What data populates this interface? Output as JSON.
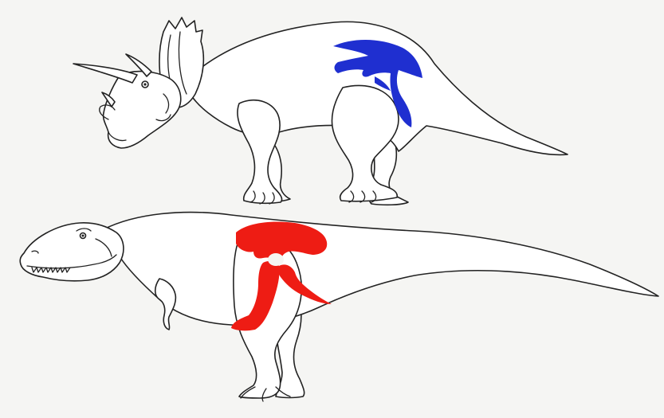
{
  "diagram": {
    "background_color": "#f5f5f3",
    "line_color": "#222222",
    "body_fill": "#ffffff",
    "figures": [
      {
        "id": "triceratops",
        "icon": "triceratops-outline",
        "pelvis": {
          "icon": "ornithischian-pelvis",
          "color": "#1f2fd0"
        }
      },
      {
        "id": "tyrannosaurus",
        "icon": "tyrannosaurus-outline",
        "pelvis": {
          "icon": "saurischian-pelvis",
          "color": "#ee1c14"
        }
      }
    ]
  }
}
